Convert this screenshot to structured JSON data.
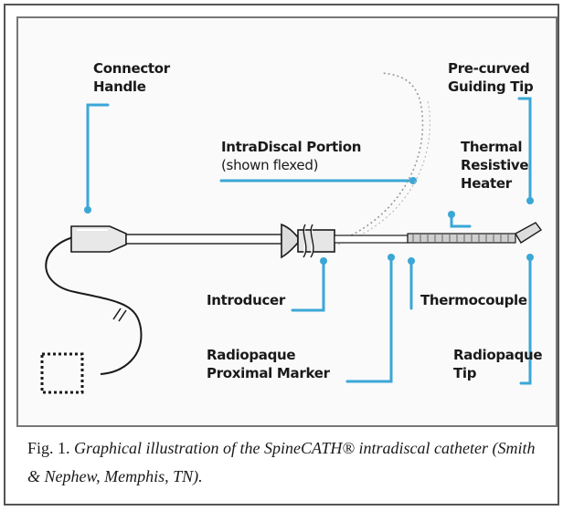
{
  "diagram": {
    "labels": {
      "connector_handle": [
        "Connector",
        "Handle"
      ],
      "pre_curved_guiding_tip": [
        "Pre-curved",
        "Guiding Tip"
      ],
      "intradiscal_portion": [
        "IntraDiscal Portion",
        "(shown flexed)"
      ],
      "thermal_resistive_heater": [
        "Thermal",
        "Resistive",
        "Heater"
      ],
      "introducer": [
        "Introducer"
      ],
      "thermocouple": [
        "Thermocouple"
      ],
      "radiopaque_proximal_marker": [
        "Radiopaque",
        "Proximal Marker"
      ],
      "radiopaque_tip": [
        "Radiopaque",
        "Tip"
      ]
    }
  },
  "caption": {
    "label": "Fig. 1.",
    "text": "Graphical illustration of the SpineCATH® intradiscal catheter (Smith & Nephew, Memphis, TN)."
  }
}
